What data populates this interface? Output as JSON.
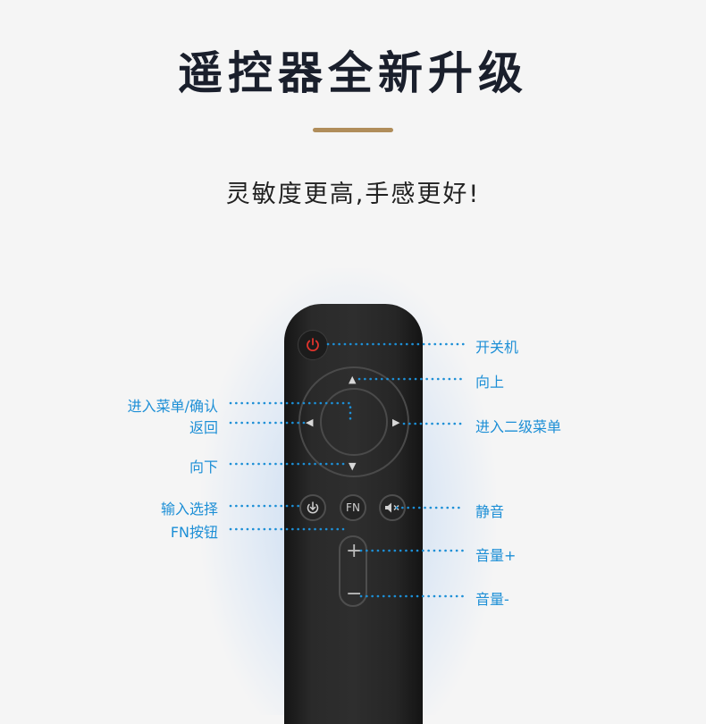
{
  "title": "遥控器全新升级",
  "subtitle": "灵敏度更高,手感更好!",
  "colors": {
    "accent_gold": "#b08d5a",
    "label_blue": "#1d8fd6",
    "power_red": "#e0342c"
  },
  "remote": {
    "fn_label": "FN",
    "icons": [
      "power-icon",
      "arrow-up-icon",
      "arrow-left-icon",
      "arrow-right-icon",
      "arrow-down-icon",
      "input-select-icon",
      "mute-icon",
      "plus-icon",
      "minus-icon"
    ]
  },
  "labels": {
    "power": "开关机",
    "up": "向上",
    "menu_ok": "进入菜单/确认",
    "back": "返回",
    "submenu": "进入二级菜单",
    "down": "向下",
    "input_select": "输入选择",
    "fn_button": "FN按钮",
    "mute": "静音",
    "vol_up": "音量+",
    "vol_down": "音量-"
  }
}
